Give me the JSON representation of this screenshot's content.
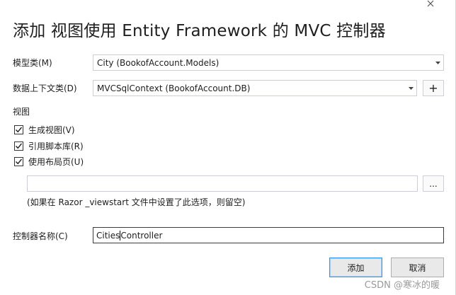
{
  "dialog": {
    "title": "添加 视图使用 Entity Framework 的 MVC 控制器",
    "close_icon": "close-icon"
  },
  "model_class": {
    "label": "模型类(M)",
    "value": "City (BookofAccount.Models)"
  },
  "data_context": {
    "label": "数据上下文类(D)",
    "value": "MVCSqlContext (BookofAccount.DB)",
    "add_label": "+"
  },
  "views": {
    "section_label": "视图",
    "generate_views": {
      "label": "生成视图(V)",
      "checked": true
    },
    "reference_scripts": {
      "label": "引用脚本库(R)",
      "checked": true
    },
    "use_layout": {
      "label": "使用布局页(U)",
      "checked": true
    },
    "layout_path": {
      "value": "",
      "browse_label": "..."
    },
    "hint": "(如果在 Razor _viewstart 文件中设置了此选项，则留空)"
  },
  "controller_name": {
    "label": "控制器名称(C)",
    "value_before_caret": "Cities",
    "value_after_caret": "Controller"
  },
  "buttons": {
    "add": "添加",
    "cancel": "取消"
  },
  "watermark": "CSDN @寒冰的暖",
  "colors": {
    "primary_border": "#3399ff",
    "field_border": "#cccedb"
  }
}
